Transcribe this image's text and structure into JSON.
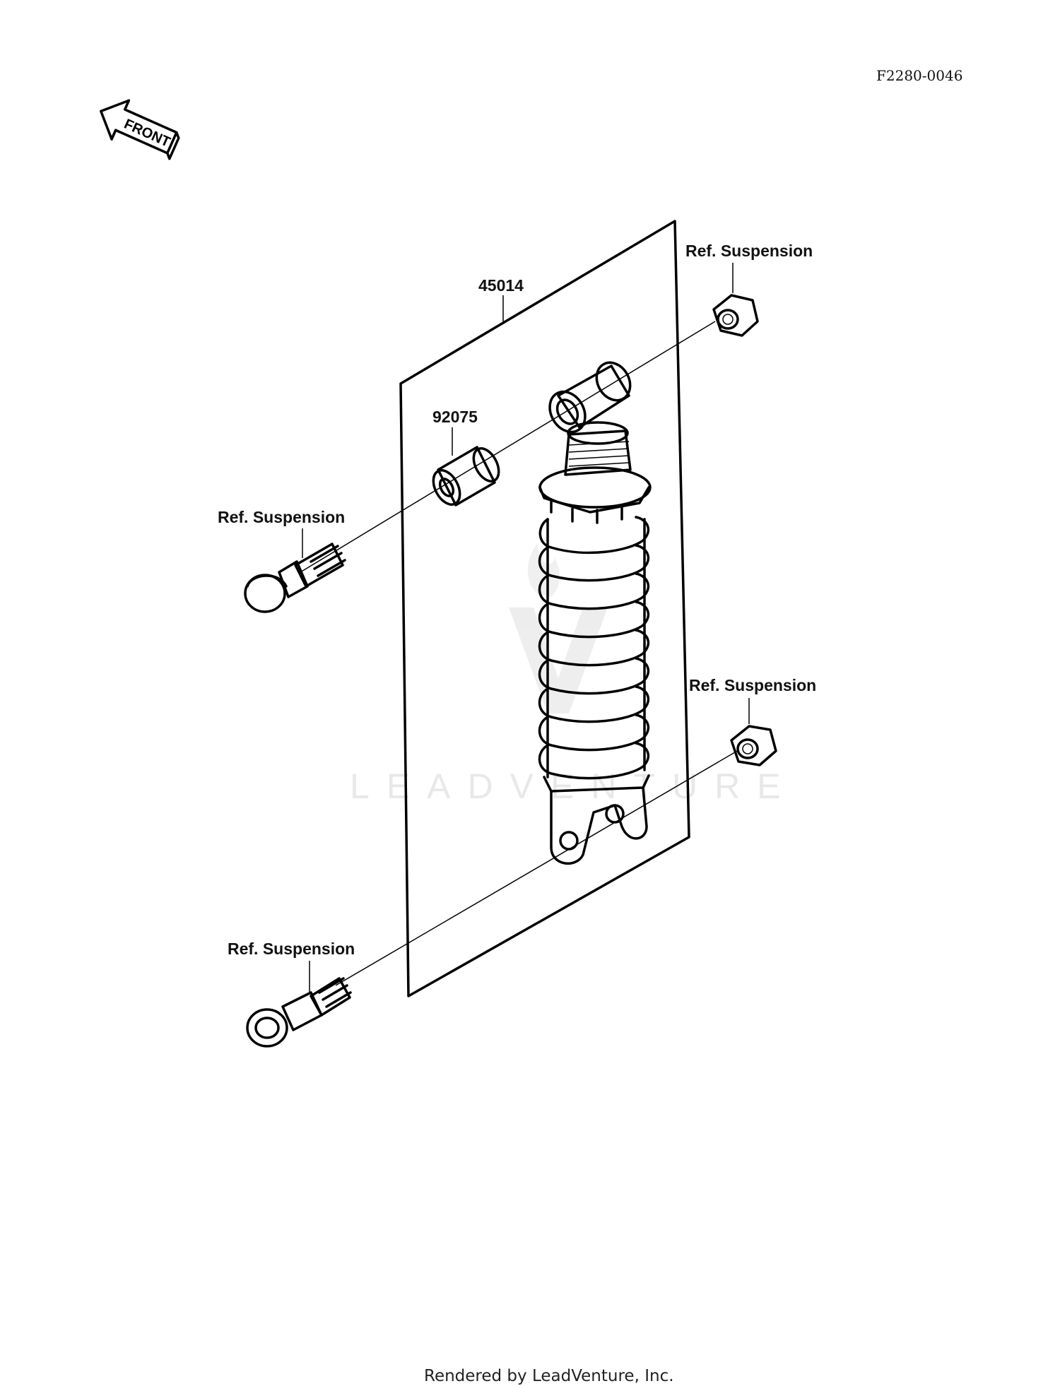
{
  "diagram_code": "F2280-0046",
  "front_badge": "FRONT",
  "watermark": "LEADVENTURE",
  "footer": "Rendered by LeadVenture, Inc.",
  "parts": {
    "shock_absorber": "45014",
    "collar": "92075",
    "ref_nut_top": "Ref. Suspension",
    "ref_bolt_top": "Ref. Suspension",
    "ref_nut_bottom": "Ref. Suspension",
    "ref_bolt_bottom": "Ref. Suspension"
  }
}
